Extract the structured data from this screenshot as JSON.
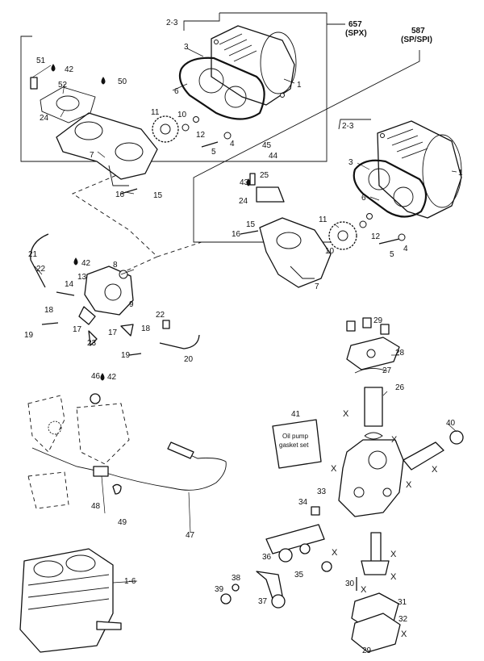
{
  "variant_labels": {
    "spx": {
      "number": "657",
      "model": "(SPX)"
    },
    "sp": {
      "number": "587",
      "model": "(SP/SPI)"
    }
  },
  "kit_label": {
    "line1": "Oil pump",
    "line2": "gasket set"
  },
  "x_label": "X",
  "callouts": [
    "1",
    "1",
    "1-6",
    "2-3",
    "2-3",
    "3",
    "3",
    "4",
    "4",
    "5",
    "5",
    "6",
    "6",
    "7",
    "7",
    "8",
    "9",
    "10",
    "10",
    "11",
    "11",
    "12",
    "12",
    "13",
    "14",
    "15",
    "15",
    "16",
    "16",
    "17",
    "17",
    "18",
    "18",
    "19",
    "19",
    "20",
    "21",
    "22",
    "22",
    "23",
    "24",
    "24",
    "25",
    "26",
    "27",
    "28",
    "29",
    "29",
    "30",
    "31",
    "32",
    "33",
    "34",
    "35",
    "36",
    "37",
    "38",
    "39",
    "40",
    "41",
    "42",
    "42",
    "42",
    "43",
    "44",
    "45",
    "46",
    "47",
    "48",
    "49",
    "50",
    "51",
    "52"
  ]
}
